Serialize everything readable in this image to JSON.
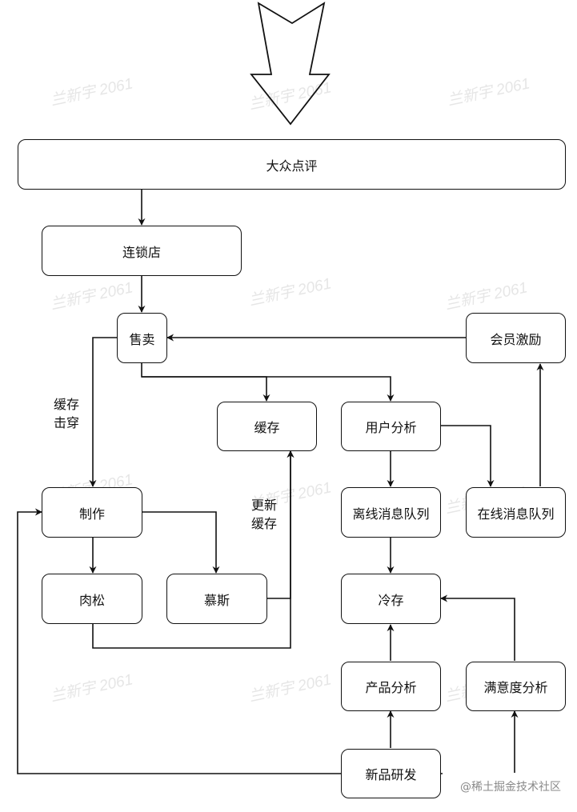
{
  "nodes": {
    "dianping": "大众点评",
    "chain": "连锁店",
    "sell": "售卖",
    "member": "会员激励",
    "cache": "缓存",
    "user_analysis": "用户分析",
    "make": "制作",
    "offline_queue": "离线消息队列",
    "online_queue": "在线消息队列",
    "floss": "肉松",
    "mousse": "慕斯",
    "cold_storage": "冷存",
    "product_analysis": "产品分析",
    "satisfaction_analysis": "满意度分析",
    "new_product": "新品研发"
  },
  "edge_labels": {
    "cache_breakdown_line1": "缓存",
    "cache_breakdown_line2": "击穿",
    "update_cache_line1": "更新",
    "update_cache_line2": "缓存"
  },
  "watermark": "兰新宇 2061",
  "credit": "@稀土掘金技术社区",
  "colors": {
    "stroke": "#111111",
    "watermark": "#e6e6e6",
    "credit": "#8a8a8a"
  }
}
